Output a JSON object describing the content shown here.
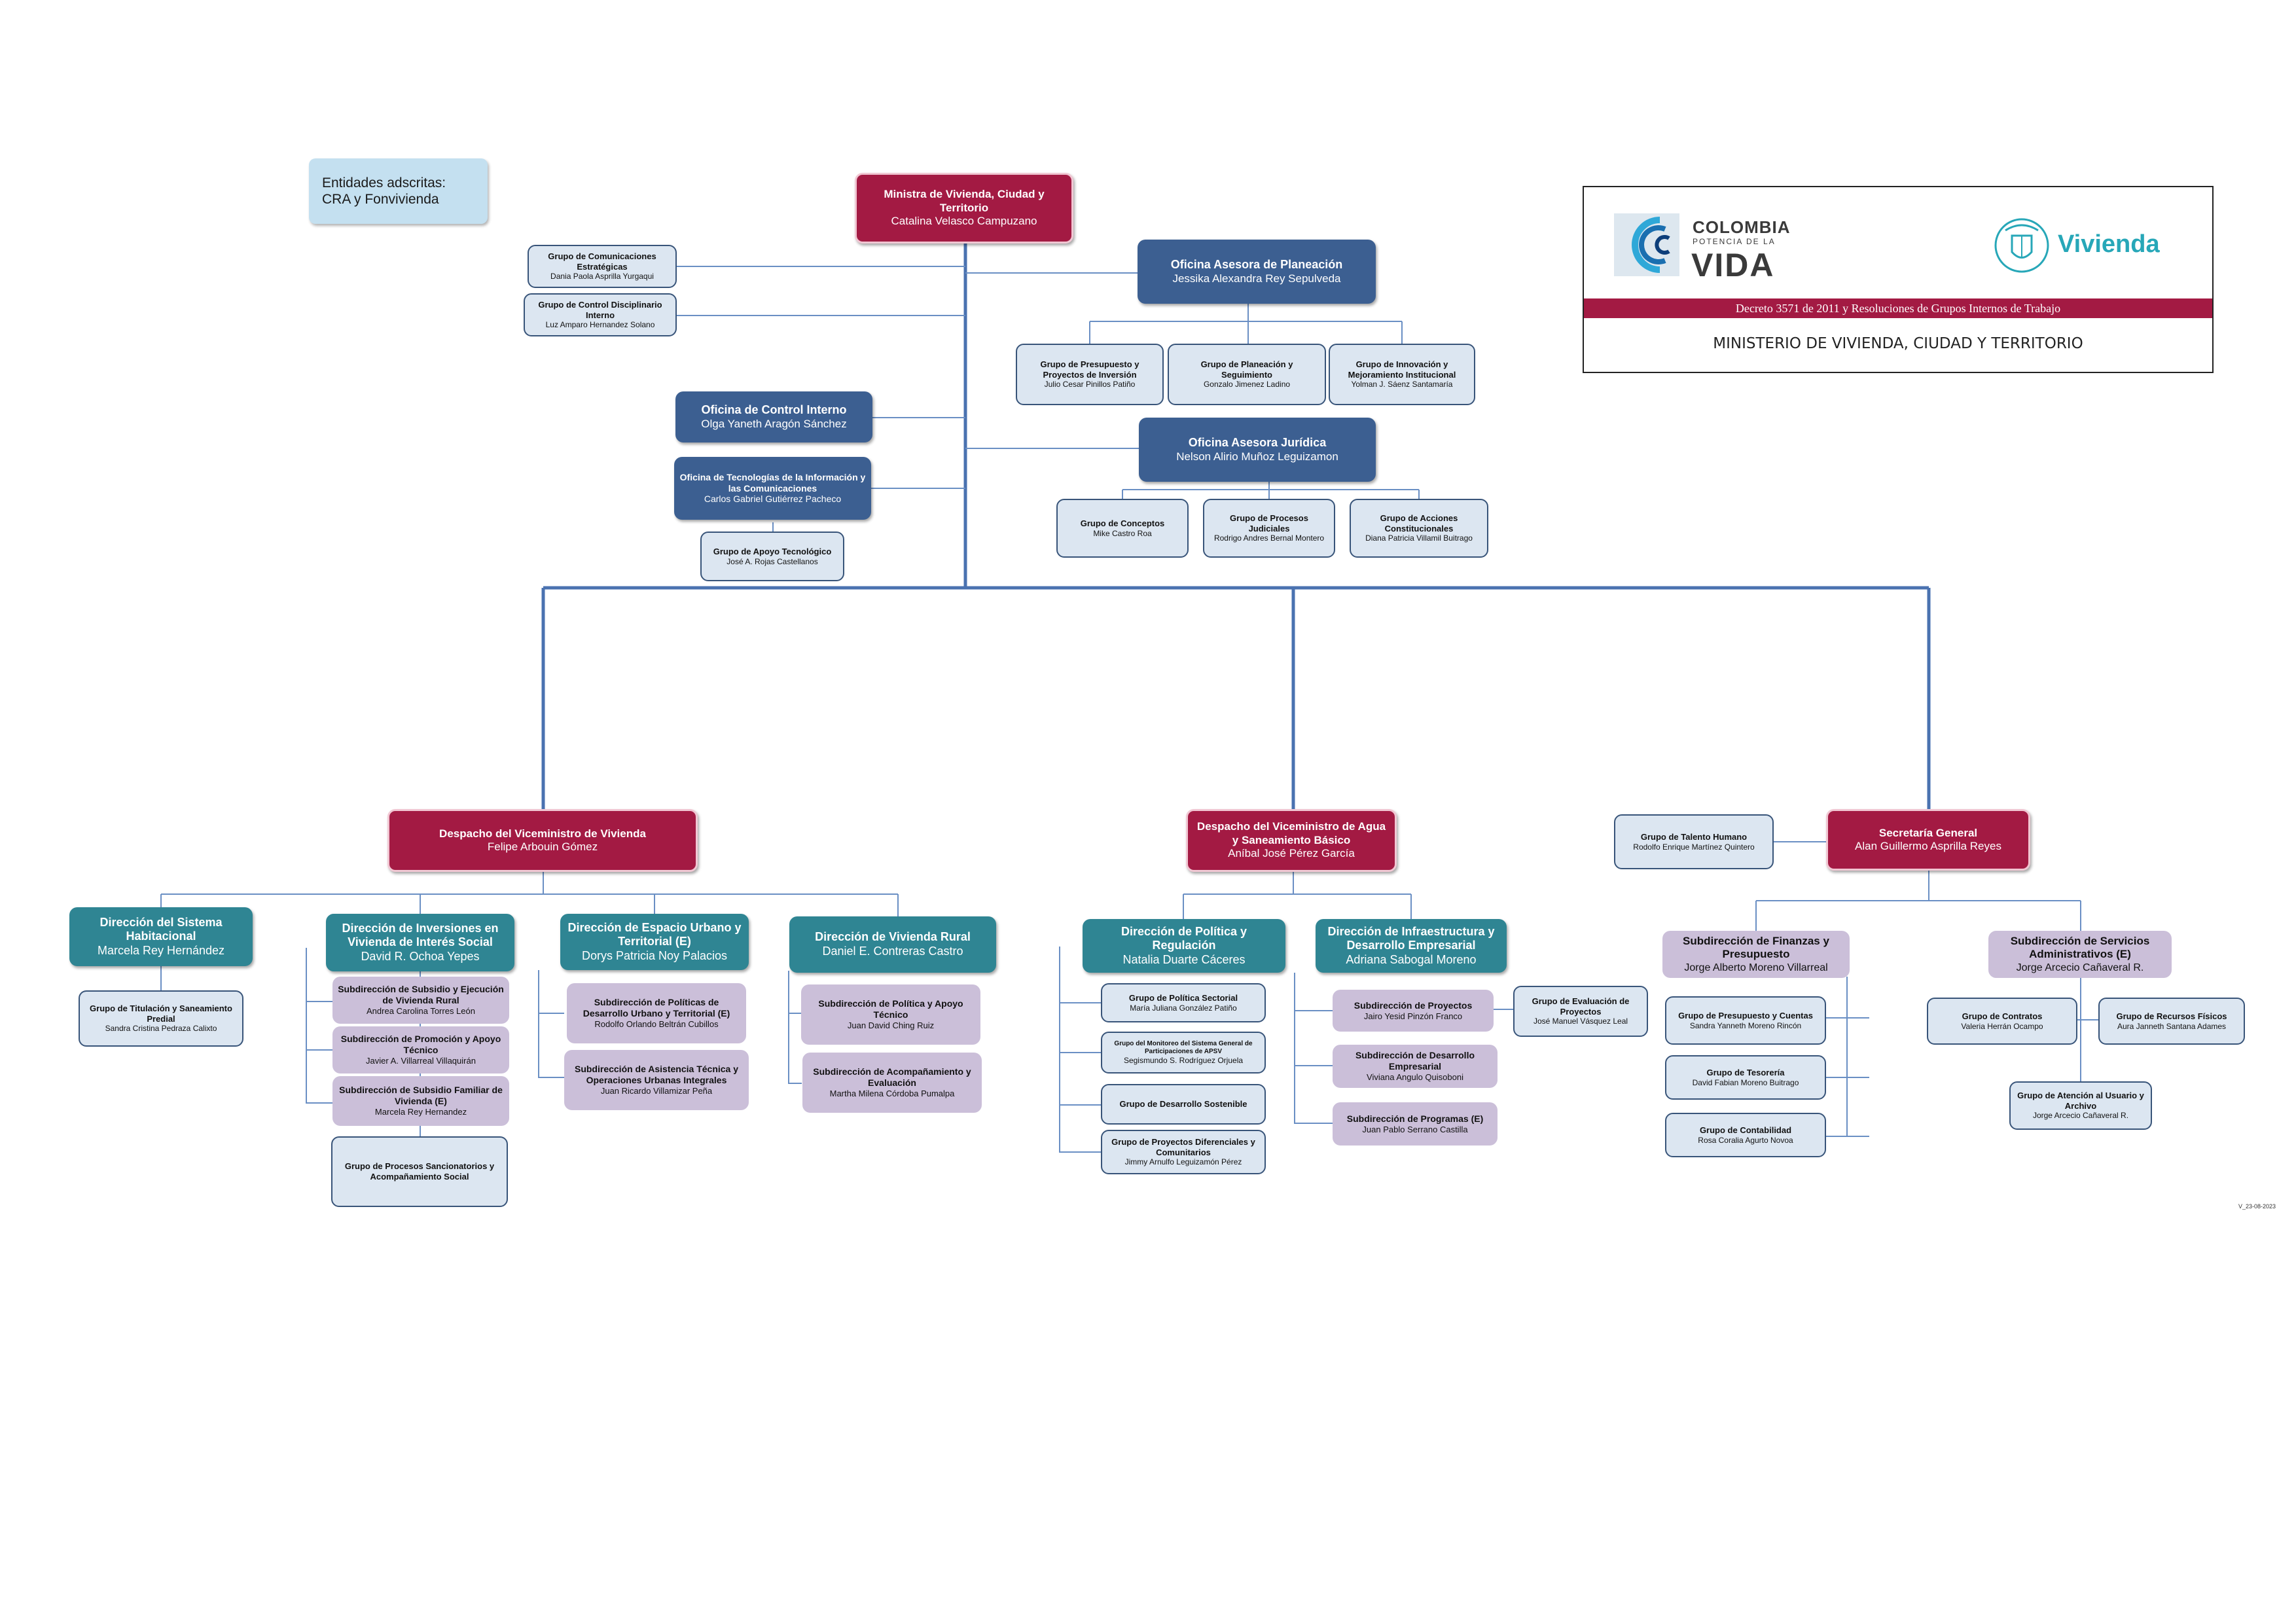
{
  "colors": {
    "ministry": "#a31a43",
    "office": "#3c5f91",
    "direction": "#2f8593",
    "group": "#dce6f1",
    "subdirection": "#cbbfd9",
    "entities": "#c4e0f0",
    "line": "#4a72b0",
    "vivienda": "#27a7b8"
  },
  "entities": {
    "line1": "Entidades adscritas:",
    "line2": "CRA y Fonvivienda"
  },
  "header": {
    "logo_colombia_word1": "COLOMBIA",
    "logo_colombia_word2": "POTENCIA DE LA",
    "logo_colombia_word3": "VIDA",
    "logo_vivienda": "Vivienda",
    "decree": "Decreto 3571 de 2011 y Resoluciones de Grupos Internos de Trabajo",
    "ministry": "MINISTERIO DE VIVIENDA, CIUDAD Y TERRITORIO"
  },
  "minister": {
    "title": "Ministra de Vivienda, Ciudad y Territorio",
    "name": "Catalina Velasco Campuzano"
  },
  "comunicaciones": {
    "title": "Grupo de Comunicaciones Estratégicas",
    "name": "Dania Paola Asprilla Yurgaqui"
  },
  "disciplinario": {
    "title": "Grupo de Control Disciplinario Interno",
    "name": "Luz Amparo Hernandez Solano"
  },
  "control_interno": {
    "title": "Oficina de Control Interno",
    "name": "Olga Yaneth Aragón Sánchez"
  },
  "tic": {
    "title": "Oficina de Tecnologías de la Información y las Comunicaciones",
    "name": "Carlos Gabriel Gutiérrez Pacheco"
  },
  "apoyo_tec": {
    "title": "Grupo de Apoyo Tecnológico",
    "name": "José A. Rojas Castellanos"
  },
  "planeacion": {
    "title": "Oficina Asesora de Planeación",
    "name": "Jessika Alexandra Rey Sepulveda"
  },
  "presupuesto_inv": {
    "title": "Grupo de Presupuesto y Proyectos de Inversión",
    "name": "Julio Cesar Pinillos Patiño"
  },
  "planeacion_seg": {
    "title": "Grupo de Planeación y Seguimiento",
    "name": "Gonzalo Jimenez Ladino"
  },
  "innovacion": {
    "title": "Grupo de Innovación y Mejoramiento Institucional",
    "name": "Yolman J. Sáenz Santamaría"
  },
  "juridica": {
    "title": "Oficina Asesora Jurídica",
    "name": "Nelson Alirio Muñoz Leguizamon"
  },
  "conceptos": {
    "title": "Grupo de Conceptos",
    "name": "Mike Castro  Roa"
  },
  "judiciales": {
    "title": "Grupo de Procesos Judiciales",
    "name": "Rodrigo Andres Bernal Montero"
  },
  "constitucionales": {
    "title": "Grupo de Acciones Constitucionales",
    "name": "Diana Patricia Villamil Buitrago"
  },
  "vice_vivienda": {
    "title": "Despacho del Viceministro de Vivienda",
    "name": "Felipe Arbouin Gómez"
  },
  "habitacional": {
    "title": "Dirección del Sistema Habitacional",
    "name": "Marcela Rey Hernández"
  },
  "titulacion": {
    "title": "Grupo de Titulación y Saneamiento Predial",
    "name": "Sandra Cristina Pedraza Calixto"
  },
  "inversiones": {
    "title": "Dirección de Inversiones en Vivienda de Interés Social",
    "name": "David R. Ochoa Yepes"
  },
  "sub_rural": {
    "title": "Subdirección de Subsidio y Ejecución de Vivienda Rural",
    "name": "Andrea Carolina Torres León"
  },
  "sub_promocion": {
    "title": "Subdirección de Promoción y Apoyo Técnico",
    "name": "Javier A. Villarreal Villaquirán"
  },
  "sub_familiar": {
    "title": "Subdirección de Subsidio Familiar de Vivienda (E)",
    "name": "Marcela Rey Hernandez"
  },
  "sancionatorios": {
    "title": "Grupo de Procesos Sancionatorios y Acompañamiento Social",
    "name": ""
  },
  "espacio_urbano": {
    "title": "Dirección de Espacio Urbano y Territorial (E)",
    "name": "Dorys Patricia Noy Palacios"
  },
  "sub_politicas_du": {
    "title": "Subdirección de Políticas de Desarrollo Urbano y Territorial (E)",
    "name": "Rodolfo Orlando Beltrán Cubillos"
  },
  "sub_asistencia": {
    "title": "Subdirección de Asistencia Técnica y Operaciones Urbanas Integrales",
    "name": "Juan Ricardo Villamizar Peña"
  },
  "vivienda_rural": {
    "title": "Dirección de Vivienda Rural",
    "name": "Daniel E. Contreras Castro"
  },
  "sub_politica_apoyo": {
    "title": "Subdirección de Política y Apoyo Técnico",
    "name": "Juan David Ching Ruiz"
  },
  "sub_acompanamiento": {
    "title": "Subdirección de Acompañamiento y Evaluación",
    "name": "Martha Milena Córdoba Pumalpa"
  },
  "vice_agua": {
    "title": "Despacho del Viceministro de Agua y Saneamiento Básico",
    "name": "Aníbal José Pérez García"
  },
  "politica_reg": {
    "title": "Dirección de Política y Regulación",
    "name": "Natalia Duarte Cáceres"
  },
  "politica_sectorial": {
    "title": "Grupo de Política Sectorial",
    "name": "María Juliana González Patiño"
  },
  "monitoreo": {
    "title": "Grupo del Monitoreo del Sistema General de Participaciones de APSV",
    "name": "Segismundo S. Rodríguez Orjuela"
  },
  "desarrollo_sost": {
    "title": "Grupo de Desarrollo Sostenible",
    "name": ""
  },
  "diferenciales": {
    "title": "Grupo de Proyectos Diferenciales y Comunitarios",
    "name": "Jimmy Arnulfo Leguizamón Pérez"
  },
  "infraestructura": {
    "title": "Dirección de Infraestructura y Desarrollo Empresarial",
    "name": "Adriana Sabogal Moreno"
  },
  "sub_proyectos": {
    "title": "Subdirección de Proyectos",
    "name": "Jairo Yesid Pinzón Franco"
  },
  "evaluacion_proy": {
    "title": "Grupo de Evaluación de Proyectos",
    "name": "José Manuel Vásquez Leal"
  },
  "sub_des_emp": {
    "title": "Subdirección de Desarrollo Empresarial",
    "name": "Viviana Angulo Quisoboni"
  },
  "sub_programas": {
    "title": "Subdirección de Programas (E)",
    "name": "Juan Pablo Serrano Castilla"
  },
  "talento": {
    "title": "Grupo de Talento Humano",
    "name": "Rodolfo Enrique Martínez Quintero"
  },
  "secretaria": {
    "title": "Secretaría General",
    "name": "Alan Guillermo Asprilla Reyes"
  },
  "sub_finanzas": {
    "title": "Subdirección de Finanzas y Presupuesto",
    "name": "Jorge Alberto Moreno Villarreal"
  },
  "presupuesto_cuentas": {
    "title": "Grupo de Presupuesto y Cuentas",
    "name": "Sandra Yanneth Moreno Rincón"
  },
  "tesoreria": {
    "title": "Grupo de Tesorería",
    "name": "David Fabian Moreno Buitrago"
  },
  "contabilidad": {
    "title": "Grupo de Contabilidad",
    "name": "Rosa Coralia Agurto Novoa"
  },
  "sub_servicios": {
    "title": "Subdirección de Servicios Administrativos (E)",
    "name": "Jorge Arcecio Cañaveral R."
  },
  "contratos": {
    "title": "Grupo de Contratos",
    "name": "Valeria Herrán Ocampo"
  },
  "recursos_fisicos": {
    "title": "Grupo de Recursos Físicos",
    "name": "Aura Janneth Santana Adames"
  },
  "atencion_usuario": {
    "title": "Grupo de Atención al Usuario y Archivo",
    "name": "Jorge Arcecio Cañaveral R."
  },
  "version": "V_23-08-2023"
}
